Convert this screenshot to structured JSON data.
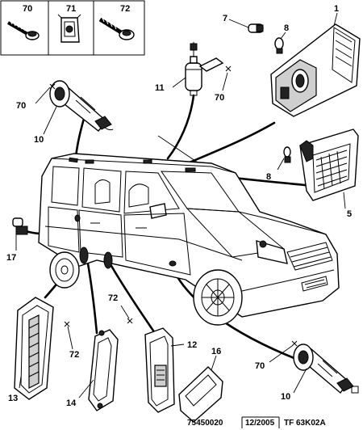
{
  "callouts": {
    "c1": "1",
    "c5": "5",
    "c7": "7",
    "c8a": "8",
    "c8b": "8",
    "c10a": "10",
    "c10b": "10",
    "c11": "11",
    "c12": "12",
    "c13": "13",
    "c14": "14",
    "c16": "16",
    "c17": "17",
    "c70a": "70",
    "c70b": "70",
    "c70c": "70",
    "c72a": "72",
    "c72b": "72"
  },
  "parts_box": {
    "items": [
      {
        "label": "70",
        "icon": "screw-icon"
      },
      {
        "label": "71",
        "icon": "clip-nut-icon"
      },
      {
        "label": "72",
        "icon": "screw-icon"
      }
    ]
  },
  "footer": {
    "ref": "75450020",
    "date": "12/2005",
    "code": "TF 63K02A"
  }
}
